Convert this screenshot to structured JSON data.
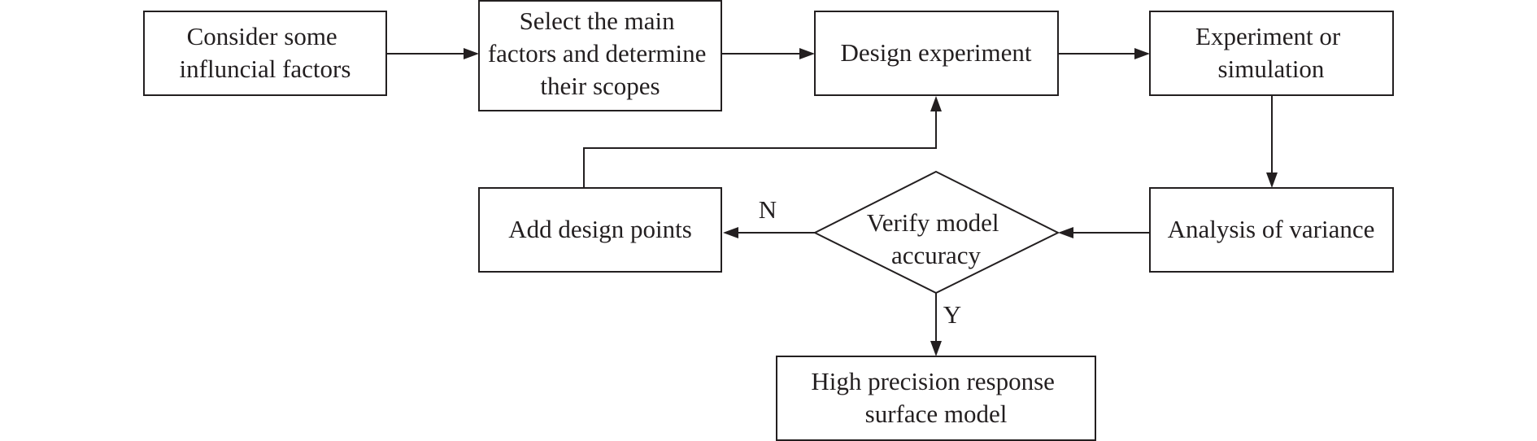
{
  "flowchart": {
    "nodes": {
      "consider_factors": {
        "shape": "rectangle",
        "lines": [
          "Consider some",
          "influncial factors"
        ]
      },
      "select_factors": {
        "shape": "rectangle",
        "lines": [
          "Select the main",
          "factors and determine",
          "their scopes"
        ]
      },
      "design_experiment": {
        "shape": "rectangle",
        "lines": [
          "Design experiment"
        ]
      },
      "experiment_simulation": {
        "shape": "rectangle",
        "lines": [
          "Experiment or",
          "simulation"
        ]
      },
      "analysis_variance": {
        "shape": "rectangle",
        "lines": [
          "Analysis of variance"
        ]
      },
      "verify_accuracy": {
        "shape": "diamond",
        "lines": [
          "Verify model",
          "accuracy"
        ]
      },
      "add_points": {
        "shape": "rectangle",
        "lines": [
          "Add design points"
        ]
      },
      "high_precision_model": {
        "shape": "rectangle",
        "lines": [
          "High precision response",
          "surface model"
        ]
      }
    },
    "edges": [
      {
        "from": "consider_factors",
        "to": "select_factors",
        "label": ""
      },
      {
        "from": "select_factors",
        "to": "design_experiment",
        "label": ""
      },
      {
        "from": "design_experiment",
        "to": "experiment_simulation",
        "label": ""
      },
      {
        "from": "experiment_simulation",
        "to": "analysis_variance",
        "label": ""
      },
      {
        "from": "analysis_variance",
        "to": "verify_accuracy",
        "label": ""
      },
      {
        "from": "verify_accuracy",
        "to": "add_points",
        "label": "N"
      },
      {
        "from": "verify_accuracy",
        "to": "high_precision_model",
        "label": "Y"
      },
      {
        "from": "add_points",
        "to": "design_experiment",
        "label": ""
      }
    ]
  }
}
